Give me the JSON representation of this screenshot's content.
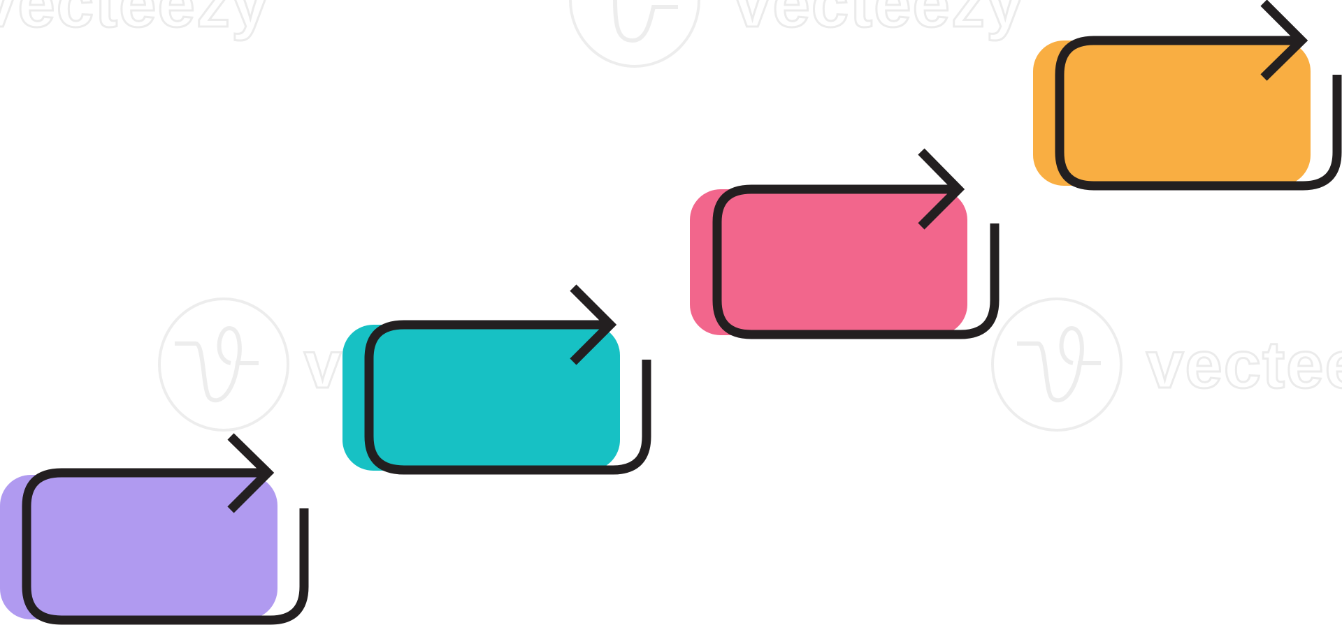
{
  "watermark": {
    "text": "vecteezy",
    "logo_icon": "vecteezy-logo-icon"
  },
  "blocks": [
    {
      "id": "step-1",
      "fill": "#b09af0",
      "icon": "arrow-right-icon"
    },
    {
      "id": "step-2",
      "fill": "#17c1c4",
      "icon": "arrow-right-icon"
    },
    {
      "id": "step-3",
      "fill": "#f2668c",
      "icon": "arrow-right-icon"
    },
    {
      "id": "step-4",
      "fill": "#f9ae42",
      "icon": "arrow-right-icon"
    }
  ],
  "colors": {
    "outline": "#231f20",
    "background": "#ffffff",
    "watermark": "#e9e9e9"
  }
}
